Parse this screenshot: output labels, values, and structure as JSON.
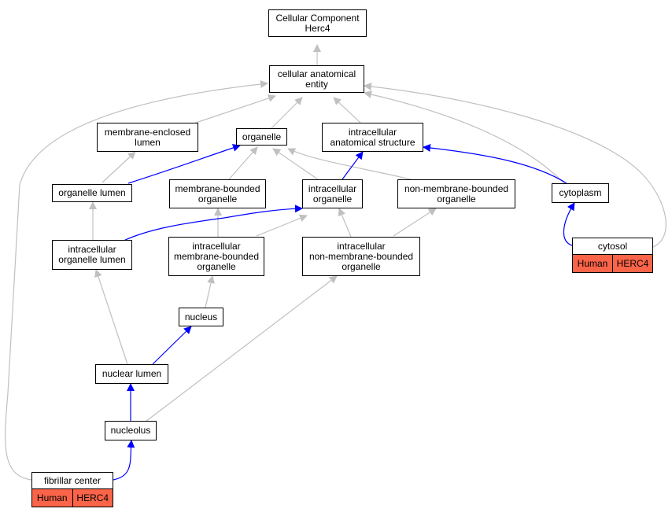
{
  "root": {
    "line1": "Cellular Component",
    "line2": "Herc4"
  },
  "nodes": {
    "cellular_anatomical_entity": {
      "line1": "cellular anatomical",
      "line2": "entity"
    },
    "membrane_enclosed_lumen": {
      "line1": "membrane-enclosed",
      "line2": "lumen"
    },
    "organelle": {
      "line1": "organelle"
    },
    "intracellular_anatomical_structure": {
      "line1": "intracellular",
      "line2": "anatomical structure"
    },
    "organelle_lumen": {
      "line1": "organelle lumen"
    },
    "membrane_bounded_organelle": {
      "line1": "membrane-bounded",
      "line2": "organelle"
    },
    "intracellular_organelle": {
      "line1": "intracellular",
      "line2": "organelle"
    },
    "non_membrane_bounded_organelle": {
      "line1": "non-membrane-bounded",
      "line2": "organelle"
    },
    "cytoplasm": {
      "line1": "cytoplasm"
    },
    "intracellular_organelle_lumen": {
      "line1": "intracellular",
      "line2": "organelle lumen"
    },
    "intracellular_membrane_bounded_organelle": {
      "line1": "intracellular",
      "line2": "membrane-bounded",
      "line3": "organelle"
    },
    "intracellular_non_membrane_bounded_organelle": {
      "line1": "intracellular",
      "line2": "non-membrane-bounded",
      "line3": "organelle"
    },
    "nucleus": {
      "line1": "nucleus"
    },
    "nuclear_lumen": {
      "line1": "nuclear lumen"
    },
    "nucleolus": {
      "line1": "nucleolus"
    }
  },
  "annotated": {
    "cytosol": {
      "label": "cytosol",
      "species": "Human",
      "gene": "HERC4"
    },
    "fibrillar_center": {
      "label": "fibrillar center",
      "species": "Human",
      "gene": "HERC4"
    }
  },
  "colors": {
    "direct_edge": "#0000ff",
    "indirect_edge": "#c0c0c0",
    "annotation_fill": "#fa6449"
  }
}
